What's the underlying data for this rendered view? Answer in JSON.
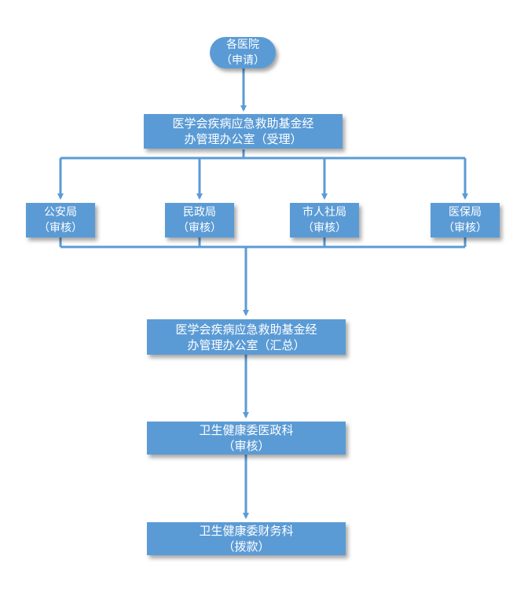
{
  "nodes": {
    "hospitals": {
      "line1": "各医院",
      "line2": "（申请）"
    },
    "office_accept": {
      "line1": "医学会疾病应急救助基金经",
      "line2": "办管理办公室（受理）"
    },
    "police": {
      "line1": "公安局",
      "line2": "（审核）"
    },
    "civil": {
      "line1": "民政局",
      "line2": "（审核）"
    },
    "hrss": {
      "line1": "市人社局",
      "line2": "（审核）"
    },
    "medinsurance": {
      "line1": "医保局",
      "line2": "（审核）"
    },
    "office_summary": {
      "line1": "医学会疾病应急救助基金经",
      "line2": "办管理办公室（汇总）"
    },
    "medical_admin": {
      "line1": "卫生健康委医政科",
      "line2": "（审核）"
    },
    "finance": {
      "line1": "卫生健康委财务科",
      "line2": "（拨款）"
    }
  },
  "colors": {
    "node_fill": "#5b9bd5",
    "connector": "#5b9bd5",
    "text": "#ffffff"
  }
}
